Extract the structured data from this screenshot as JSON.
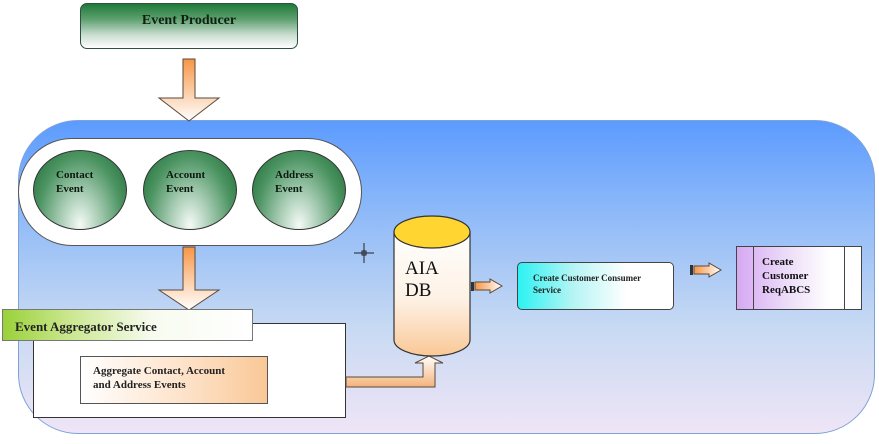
{
  "producer": {
    "label": "Event Producer"
  },
  "events": [
    {
      "line1": "Contact",
      "line2": "Event"
    },
    {
      "line1": "Account",
      "line2": "Event"
    },
    {
      "line1": "Address",
      "line2": "Event"
    }
  ],
  "aggregator": {
    "title": "Event Aggregator Service",
    "task_line1": "Aggregate Contact, Account",
    "task_line2": "and Address Events"
  },
  "database": {
    "line1": "AIA",
    "line2": "DB"
  },
  "consumer": {
    "label_line1": "Create Customer Consumer",
    "label_line2": "Service"
  },
  "reqabcs": {
    "line1": "Create",
    "line2": "Customer",
    "line3": "ReqABCS"
  },
  "colors": {
    "container_top": "#5c9bff",
    "producer_green": "#1f7a39",
    "event_green": "#4d9563",
    "aggregator_green": "#9ad13a",
    "db_yellow": "#ffd531",
    "consumer_cyan": "#2cf2f2",
    "reqabcs_purple": "#d6a8f2",
    "arrow_orange": "#f79646"
  }
}
